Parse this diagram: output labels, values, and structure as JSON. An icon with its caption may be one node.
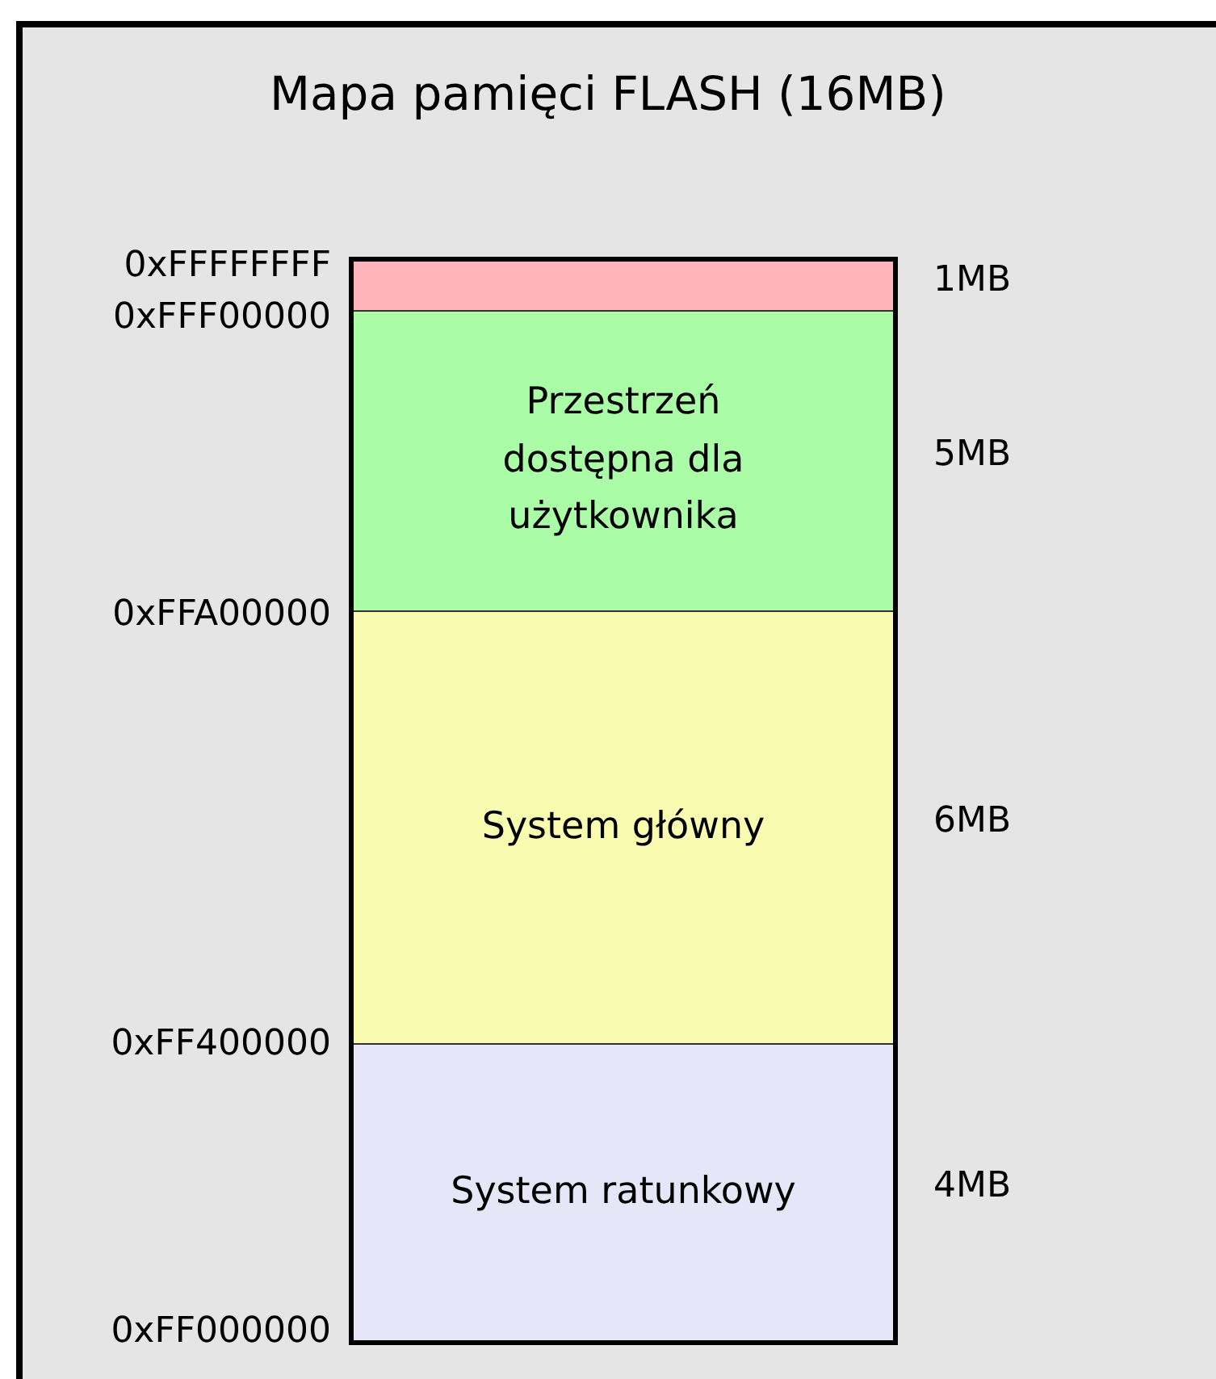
{
  "diagram": {
    "title": "Mapa pamięci FLASH (16MB)",
    "nodes": [
      {
        "text": [],
        "shape": "box",
        "beside": [
          "1MB"
        ]
      },
      {
        "text": [
          "Przestrzeń dostępna dla użytkownika"
        ],
        "beside": [
          "5MB"
        ]
      },
      {
        "text": [
          "System główny"
        ],
        "beside": [
          "6MB"
        ]
      },
      {
        "text": [
          "System ratunkowy"
        ],
        "beside": [
          "4MB"
        ]
      }
    ],
    "labels": [
      "0xFFFFFFFF",
      "0xFFF00000",
      "0xFFA00000",
      "0xFF400000",
      "0xFF000000"
    ]
  }
}
